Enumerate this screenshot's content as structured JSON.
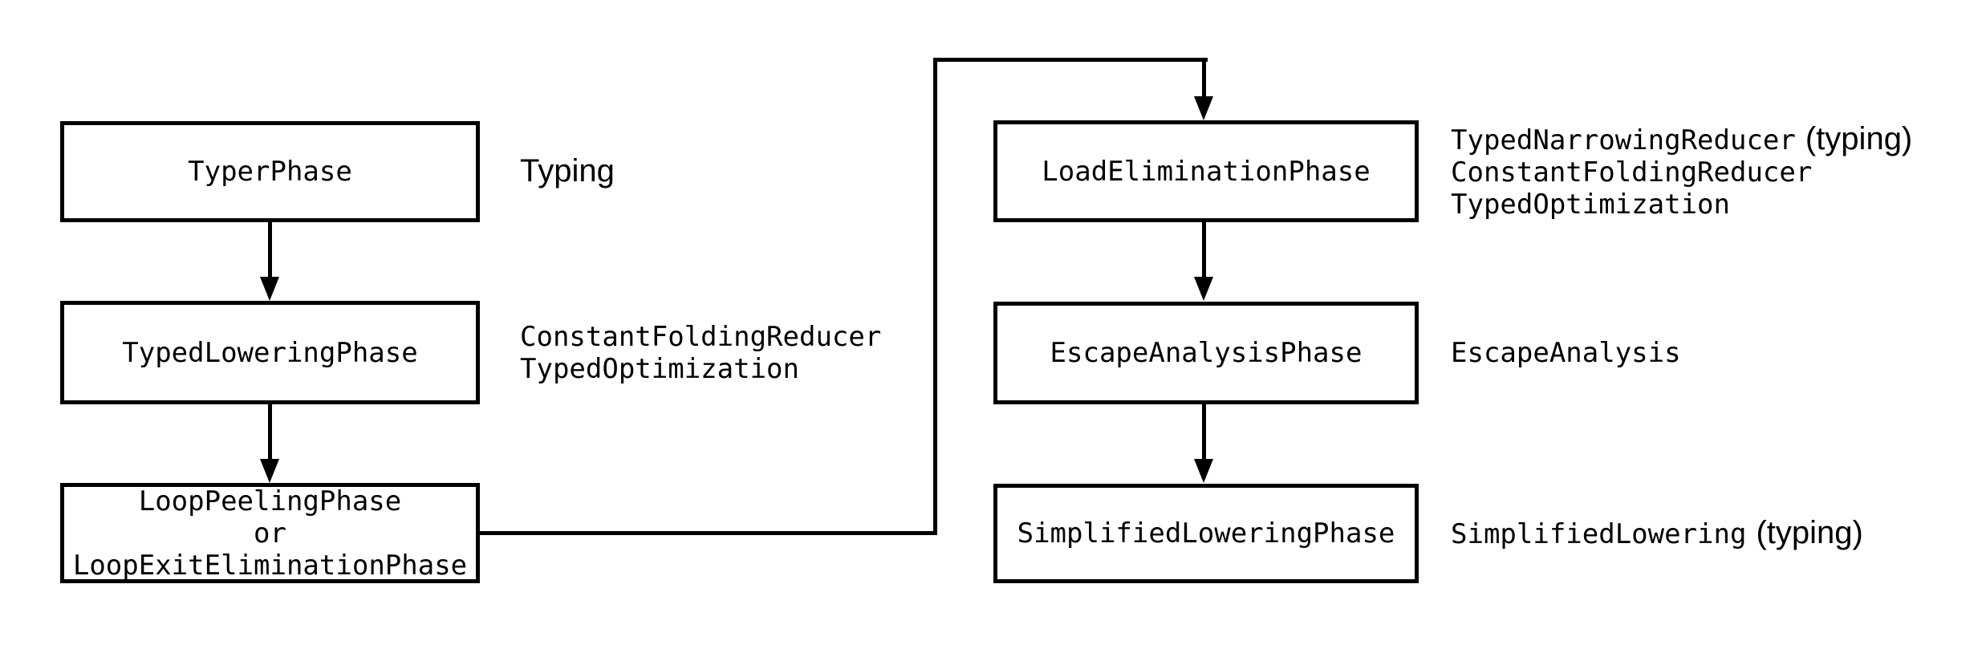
{
  "colors": {
    "background": "#ffffff",
    "stroke": "#000000",
    "box_fill": "#ffffff",
    "text": "#000000"
  },
  "nodes": {
    "typer": {
      "label": "TyperPhase"
    },
    "typed_lowering": {
      "label": "TypedLoweringPhase"
    },
    "loop_peeling": {
      "label": "LoopPeelingPhase\nor\nLoopExitEliminationPhase"
    },
    "load_elimination": {
      "label": "LoadEliminationPhase"
    },
    "escape_analysis": {
      "label": "EscapeAnalysisPhase"
    },
    "simplified_lowering": {
      "label": "SimplifiedLoweringPhase"
    }
  },
  "annotations": {
    "typer": {
      "sans": "Typing"
    },
    "typed_lowering": {
      "text": "ConstantFoldingReducer\nTypedOptimization"
    },
    "load_elimination": {
      "line1_mono": "TypedNarrowingReducer",
      "line1_sans": "(typing)",
      "line2": "ConstantFoldingReducer",
      "line3": "TypedOptimization"
    },
    "escape_analysis": {
      "text": "EscapeAnalysis"
    },
    "simplified_lowering": {
      "mono": "SimplifiedLowering",
      "sans": "(typing)"
    }
  }
}
